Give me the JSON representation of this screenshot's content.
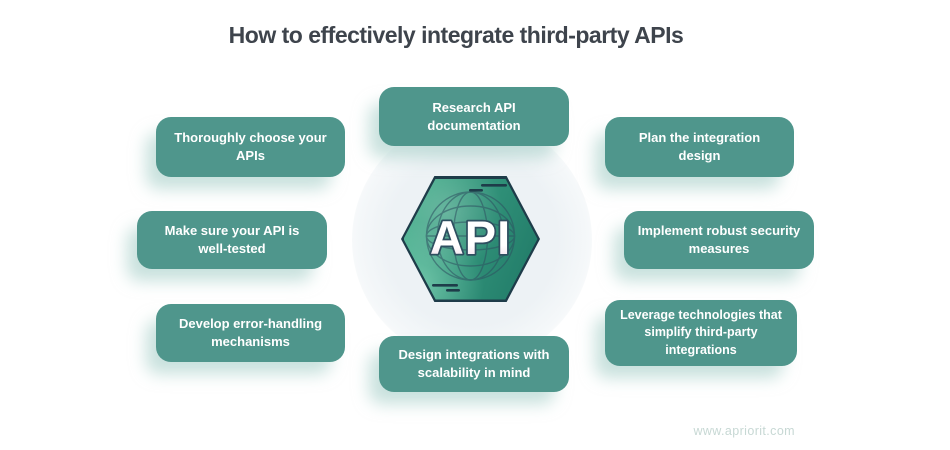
{
  "title": "How to effectively integrate third-party APIs",
  "steps": [
    "Thoroughly choose your APIs",
    "Research API documentation",
    "Plan the integration design",
    "Make sure your API is well-tested",
    "Implement robust security measures",
    "Develop error-handling mechanisms",
    "Leverage technologies that simplify third-party integrations",
    "Design integrations with scalability in mind"
  ],
  "center": {
    "label": "API",
    "icon": "globe-hexagon-icon"
  },
  "footer": {
    "website": "www.apriorit.com"
  },
  "colors": {
    "background": "#ffffff",
    "title_text": "#3e444c",
    "step_box": "#4f968c",
    "step_text": "#ffffff",
    "box_shadow": "#a3cdc7",
    "hexagon_gradient_light": "#4fb693",
    "hexagon_gradient_dark": "#1f7866",
    "hexagon_outline": "#1e3c49",
    "globe_lines": "#2e5161",
    "api_text_fill": "#ffffff",
    "api_text_fill_bottom": "#e9d4e2",
    "footer_text": "#c7d8d4"
  }
}
